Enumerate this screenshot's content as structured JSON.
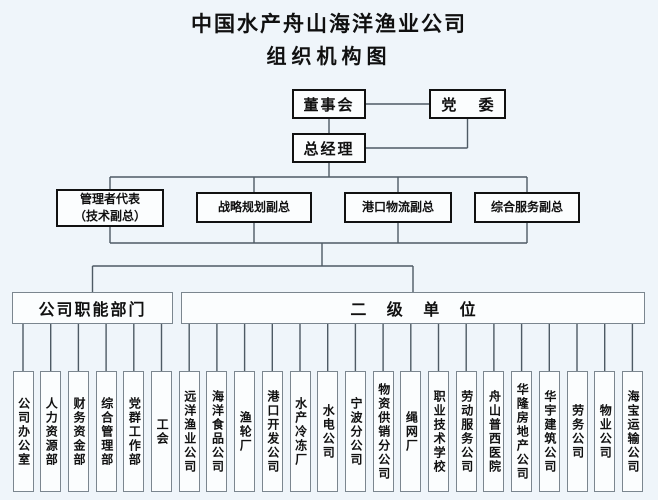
{
  "title": {
    "line1": "中国水产舟山海洋渔业公司",
    "line2": "组织机构图"
  },
  "nodes": {
    "board": "董事会",
    "party_committee": "党 委",
    "general_manager": "总经理",
    "vps": [
      {
        "line1": "管理者代表",
        "line2": "（技术副总）"
      },
      {
        "line1": "战略规划副总",
        "line2": ""
      },
      {
        "line1": "港口物流副总",
        "line2": ""
      },
      {
        "line1": "综合服务副总",
        "line2": ""
      }
    ]
  },
  "groups": [
    {
      "label": "公司职能部门",
      "children": [
        "公司办公室",
        "人力资源部",
        "财务资金部",
        "综合管理部",
        "党群工作部",
        "工会"
      ]
    },
    {
      "label": "二 级 单 位",
      "children": [
        "远洋渔业公司",
        "海洋食品公司",
        "渔轮厂",
        "港口开发公司",
        "水产冷冻厂",
        "水电公司",
        "宁波分公司",
        "物资供销分公司",
        "绳网厂",
        "职业技术学校",
        "劳动服务公司",
        "舟山普西医院",
        "华隆房地产公司",
        "华宇建筑公司",
        "劳务公司",
        "物业公司",
        "海宝运输公司"
      ]
    }
  ],
  "colors": {
    "background": "#eff5fa",
    "box_fill": "#fbfdfe",
    "strong_border": "#111111",
    "light_border": "#7b868f",
    "connector_line": "#4e5a64",
    "text": "#101010"
  }
}
